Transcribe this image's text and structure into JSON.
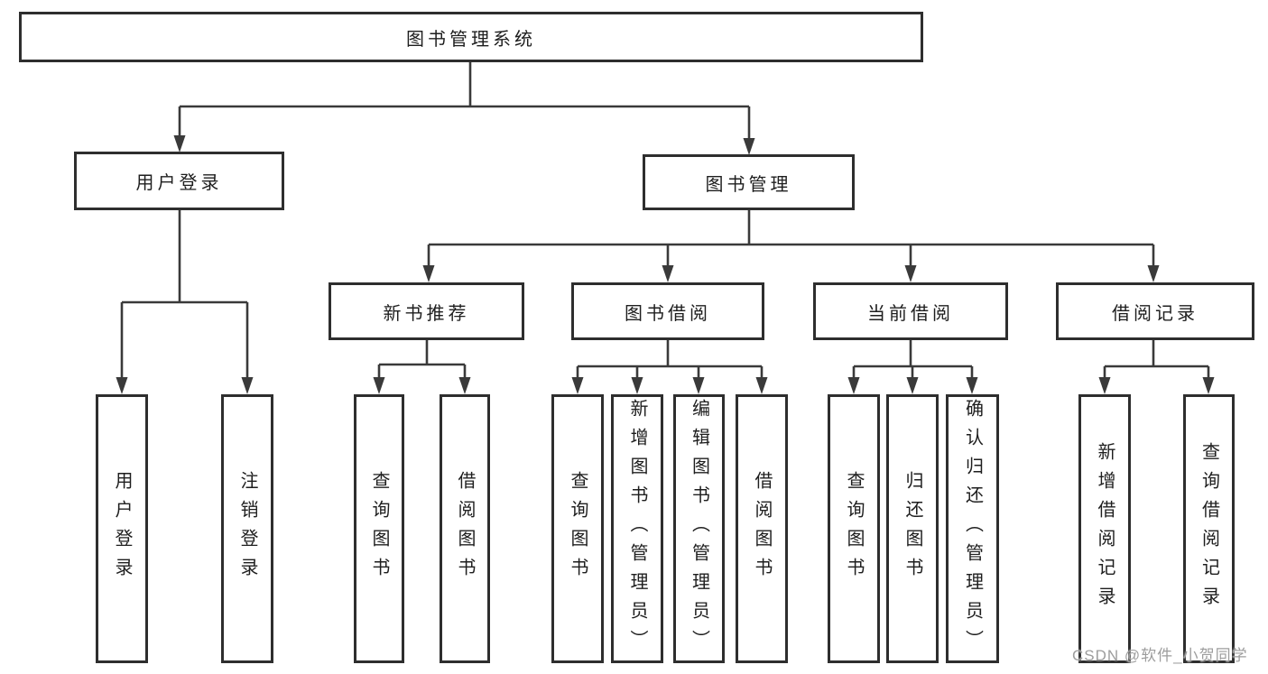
{
  "watermark": "CSDN @软件_小贺同学",
  "root": {
    "label": "图书管理系统"
  },
  "branches": [
    {
      "label": "用户登录",
      "children": [
        {
          "label": "用户登录"
        },
        {
          "label": "注销登录"
        }
      ]
    },
    {
      "label": "图书管理",
      "children": [
        {
          "label": "新书推荐",
          "children": [
            {
              "label": "查询图书"
            },
            {
              "label": "借阅图书"
            }
          ]
        },
        {
          "label": "图书借阅",
          "children": [
            {
              "label": "查询图书"
            },
            {
              "label": "新增图书（管理员）"
            },
            {
              "label": "编辑图书（管理员）"
            },
            {
              "label": "借阅图书"
            }
          ]
        },
        {
          "label": "当前借阅",
          "children": [
            {
              "label": "查询图书"
            },
            {
              "label": "归还图书"
            },
            {
              "label": "确认归还（管理员）"
            }
          ]
        },
        {
          "label": "借阅记录",
          "children": [
            {
              "label": "新增借阅记录"
            },
            {
              "label": "查询借阅记录"
            }
          ]
        }
      ]
    }
  ]
}
